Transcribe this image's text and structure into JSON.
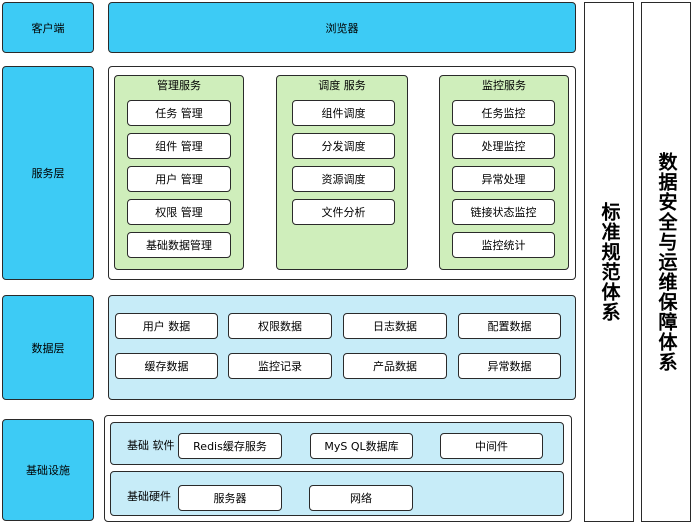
{
  "layers": {
    "client": "客户端",
    "service": "服务层",
    "data": "数据层",
    "infra": "基础设施"
  },
  "browser": "浏览器",
  "service_groups": [
    {
      "title": "管理服务",
      "items": [
        "任务 管理",
        "组件 管理",
        "用户 管理",
        "权限 管理",
        "基础数据管理"
      ]
    },
    {
      "title": "调度 服务",
      "items": [
        "组件调度",
        "分发调度",
        "资源调度",
        "文件分析"
      ]
    },
    {
      "title": "监控服务",
      "items": [
        "任务监控",
        "处理监控",
        "异常处理",
        "链接状态监控",
        "监控统计"
      ]
    }
  ],
  "data_items": [
    "用户 数据",
    "权限数据",
    "日志数据",
    "配置数据",
    "缓存数据",
    "监控记录",
    "产品数据",
    "异常数据"
  ],
  "infra": {
    "software_label": "基础 软件",
    "software_items": [
      "Redis缓存服务",
      "MyS QL数据库",
      "中间件"
    ],
    "hardware_label": "基础硬件",
    "hardware_items": [
      "服务器",
      "网络"
    ]
  },
  "side": {
    "standards": "标准规范体系",
    "security": "数据安全与运维保障体系"
  },
  "colors": {
    "layer_blue": "#3dcbf5",
    "group_green": "#cfeebb",
    "panel_cyan": "#c7ecf8"
  }
}
